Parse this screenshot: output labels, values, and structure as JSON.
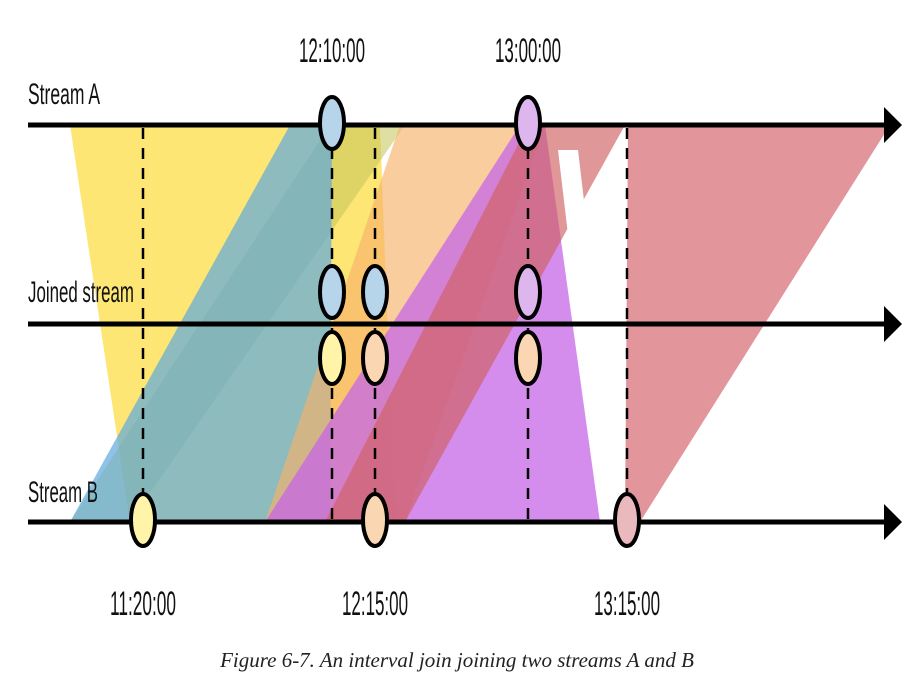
{
  "stream_a_label": "Stream A",
  "joined_label": "Joined stream",
  "stream_b_label": "Stream B",
  "times_top": [
    "12:10:00",
    "13:00:00"
  ],
  "times_bottom": [
    "11:20:00",
    "12:15:00",
    "13:15:00"
  ],
  "caption": "Figure 6-7. An interval join joining two streams A and B",
  "colors": {
    "yellow": "#fde25a",
    "blue": "#5ea8dd",
    "orange": "#f7b26a",
    "purple": "#c667e7",
    "red": "#d06060",
    "event_blue": "#b6d4ea",
    "event_yellow": "#fff4a8",
    "event_orange": "#fad7b2",
    "event_purple": "#ddb6ee",
    "event_pink": "#eab9bd"
  }
}
